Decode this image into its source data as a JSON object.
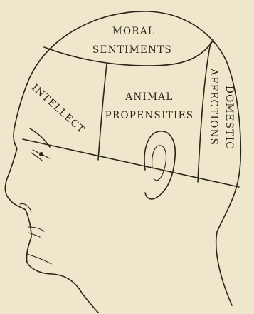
{
  "regions": {
    "moral_sentiments": [
      "MORAL",
      "SENTIMENTS"
    ],
    "intellect": "INTELLECT",
    "animal_propensities": [
      "ANIMAL",
      "PROPENSITIES"
    ],
    "domestic_affections": [
      "DOMESTIC",
      "AFFECTIONS"
    ]
  },
  "colors": {
    "paper": "#efe7cc",
    "ink": "#2b2419"
  }
}
